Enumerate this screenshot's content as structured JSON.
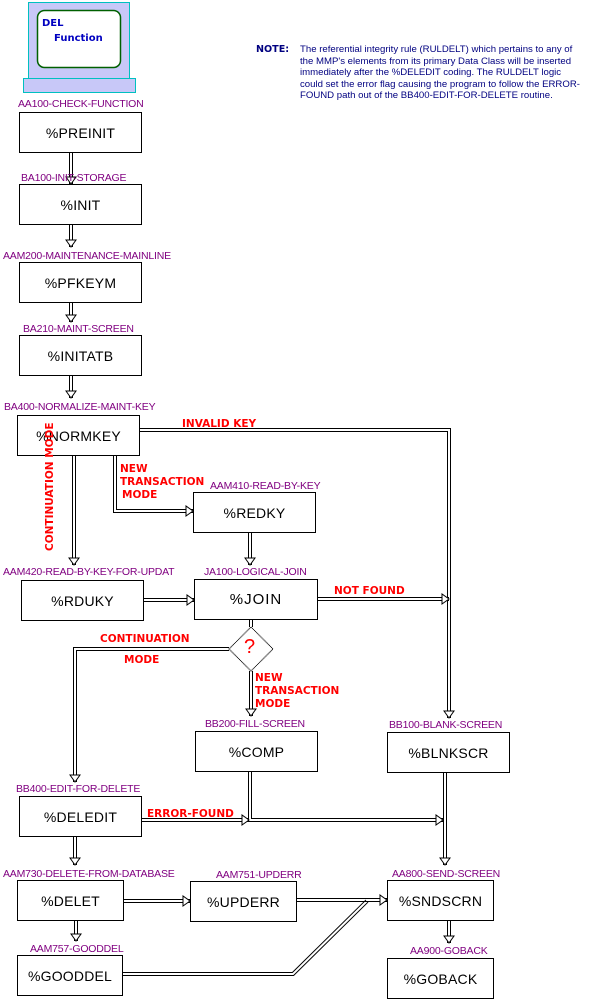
{
  "monitor": {
    "line1": "DEL",
    "line2": "Function",
    "colors": {
      "frame": "#c8c8f8",
      "frame_border": "#00c0c0",
      "screen_border": "#006000",
      "text": "#0000c0"
    }
  },
  "note": {
    "title": "NOTE:",
    "body": "The referential integrity rule (RULDELT) which pertains to any of the MMP's elements from its primary Data Class will be inserted immediately after the %DELEDIT coding. The RULDELT logic could set the error flag causing the program to follow the ERROR-FOUND path out of the BB400-EDIT-FOR-DELETE routine."
  },
  "colors": {
    "paragraph_label": "#800080",
    "condition_label": "#ff0000",
    "box_border": "#000000"
  },
  "nodes": [
    {
      "id": "preinit",
      "paragraph": "AA100-CHECK-FUNCTION",
      "macro": "%PREINIT"
    },
    {
      "id": "init",
      "paragraph": "BA100-INIT-STORAGE",
      "macro": "%INIT"
    },
    {
      "id": "pfkeym",
      "paragraph": "AAM200-MAINTENANCE-MAINLINE",
      "macro": "%PFKEYM"
    },
    {
      "id": "initatb",
      "paragraph": "BA210-MAINT-SCREEN",
      "macro": "%INITATB"
    },
    {
      "id": "normkey",
      "paragraph": "BA400-NORMALIZE-MAINT-KEY",
      "macro": "%NORMKEY"
    },
    {
      "id": "redky",
      "paragraph": "AAM410-READ-BY-KEY",
      "macro": "%REDKY"
    },
    {
      "id": "rduky",
      "paragraph": "AAM420-READ-BY-KEY-FOR-UPDAT",
      "macro": "%RDUKY"
    },
    {
      "id": "join",
      "paragraph": "JA100-LOGICAL-JOIN",
      "macro": "%JOIN"
    },
    {
      "id": "comp",
      "paragraph": "BB200-FILL-SCREEN",
      "macro": "%COMP"
    },
    {
      "id": "blnkscr",
      "paragraph": "BB100-BLANK-SCREEN",
      "macro": "%BLNKSCR"
    },
    {
      "id": "deledit",
      "paragraph": "BB400-EDIT-FOR-DELETE",
      "macro": "%DELEDIT"
    },
    {
      "id": "delet",
      "paragraph": "AAM730-DELETE-FROM-DATABASE",
      "macro": "%DELET"
    },
    {
      "id": "upderr",
      "paragraph": "AAM751-UPDERR",
      "macro": "%UPDERR"
    },
    {
      "id": "sndscrn",
      "paragraph": "AA800-SEND-SCREEN",
      "macro": "%SNDSCRN"
    },
    {
      "id": "gooddel",
      "paragraph": "AAM757-GOODDEL",
      "macro": "%GOODDEL"
    },
    {
      "id": "goback",
      "paragraph": "AA900-GOBACK",
      "macro": "%GOBACK"
    }
  ],
  "decision": {
    "symbol": "?"
  },
  "conditions": {
    "invalid_key": "INVALID KEY",
    "continuation_mode_vertical": "CONTINUATION MODE",
    "new_transaction_1": [
      "NEW",
      "TRANSACTION",
      "MODE"
    ],
    "not_found": "NOT FOUND",
    "continuation_1": "CONTINUATION",
    "continuation_2": "MODE",
    "new_transaction_2": [
      "NEW",
      "TRANSACTION",
      "MODE"
    ],
    "error_found": "ERROR-FOUND"
  }
}
